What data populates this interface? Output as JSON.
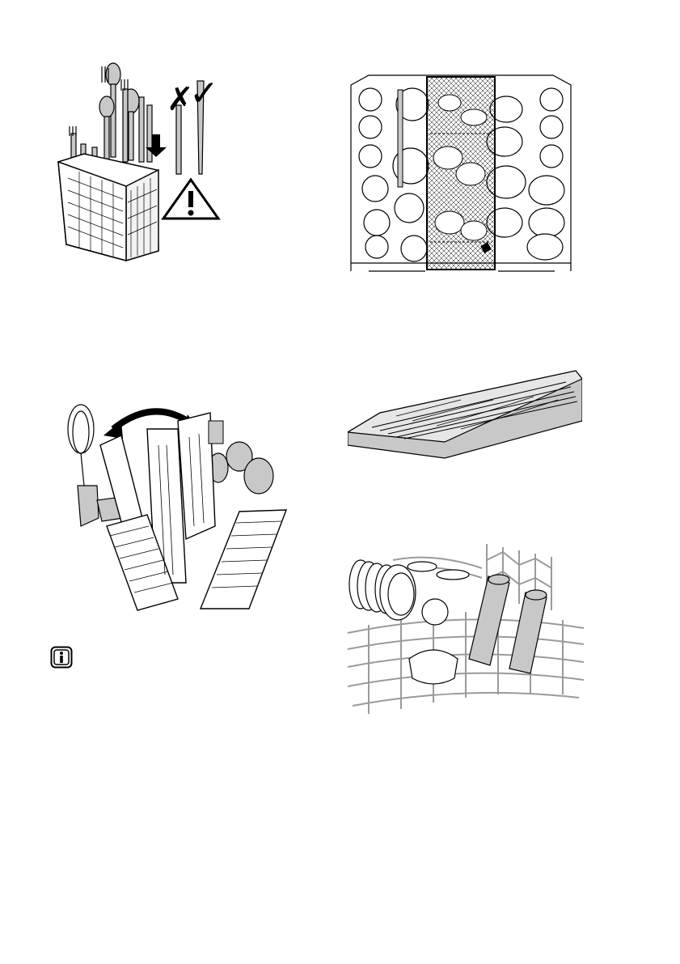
{
  "page": {
    "figures": [
      {
        "id": "cutlery-basket-loading",
        "icon": "warning-triangle-icon"
      },
      {
        "id": "upper-rack-top-view"
      },
      {
        "id": "cutlery-basket-opened"
      },
      {
        "id": "cutlery-tray"
      },
      {
        "id": "upper-rack-side-view"
      }
    ],
    "info_icon": "info-icon",
    "info_text": "",
    "colors": {
      "line": "#000000",
      "fill_gray": "#c8c8c8",
      "rack_gray": "#9a9a9a",
      "background": "#ffffff"
    }
  }
}
